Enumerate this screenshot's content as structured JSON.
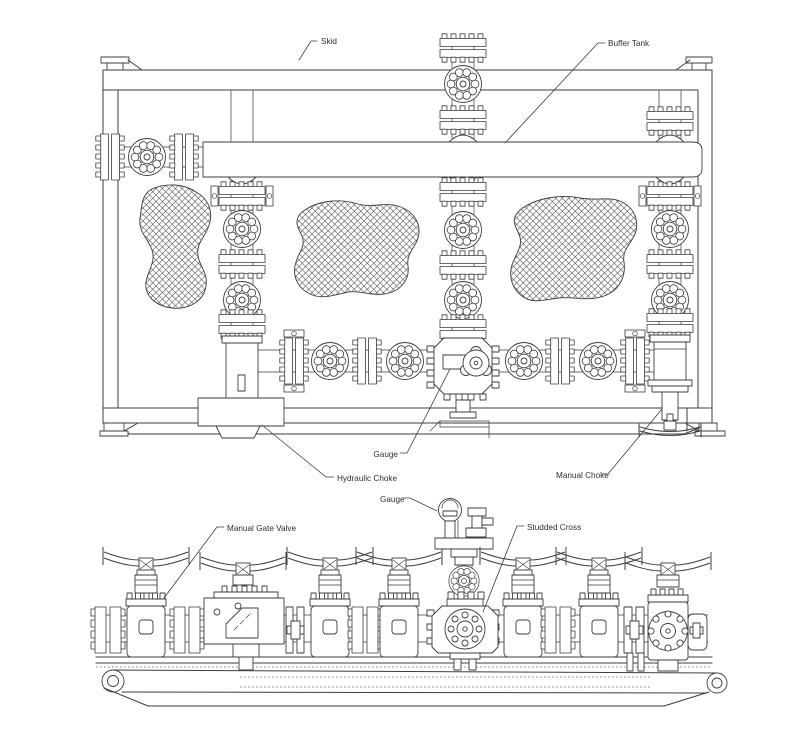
{
  "drawing": {
    "background": "#ffffff",
    "ink_color": "#3d3d3d",
    "plan_view": {
      "labels": {
        "skid": "Skid",
        "buffer_tank": "Buffer Tank",
        "gauge": "Gauge",
        "hydraulic_choke": "Hydraulic Choke",
        "manual_choke": "Manual Choke"
      }
    },
    "elevation_view": {
      "labels": {
        "manual_gate_valve": "Manual Gate Valve",
        "gauge": "Gauge",
        "studded_cross": "Studded Cross"
      }
    }
  }
}
